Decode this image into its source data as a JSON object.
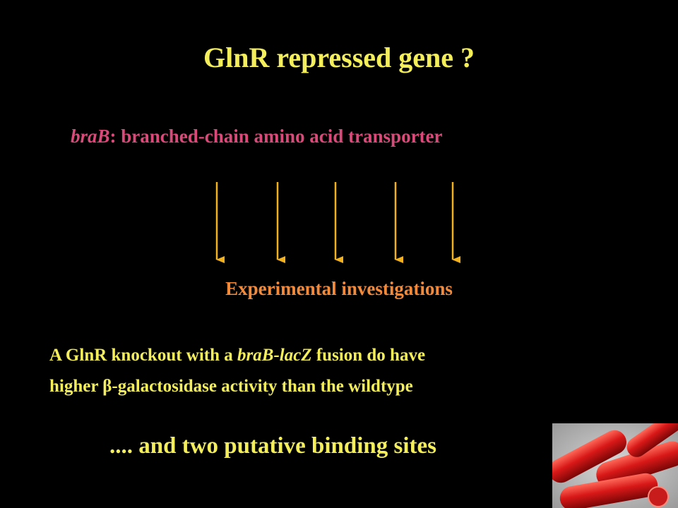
{
  "slide": {
    "title": "GlnR repressed gene ?",
    "subtitle": {
      "gene": "braB",
      "rest": ": branched-chain amino acid transporter"
    },
    "experimental": "Experimental  investigations",
    "paragraph": {
      "line1_a": "A GlnR knockout  with a ",
      "line1_gene": "braB-lacZ",
      "line1_b": " fusion do have",
      "line2": "higher β-galactosidase activity than the wildtype"
    },
    "sites": ".... and two putative binding sites"
  },
  "colors": {
    "title": "#f3ee5a",
    "subtitle": "#d94a7a",
    "arrow": "#f2b21f",
    "experimental": "#f28a3a",
    "paragraph": "#f3ee5a",
    "sites": "#f3ee5a",
    "bacteria": "#c81b1b"
  },
  "image": {
    "icon": "bacteria-micrograph-icon"
  }
}
